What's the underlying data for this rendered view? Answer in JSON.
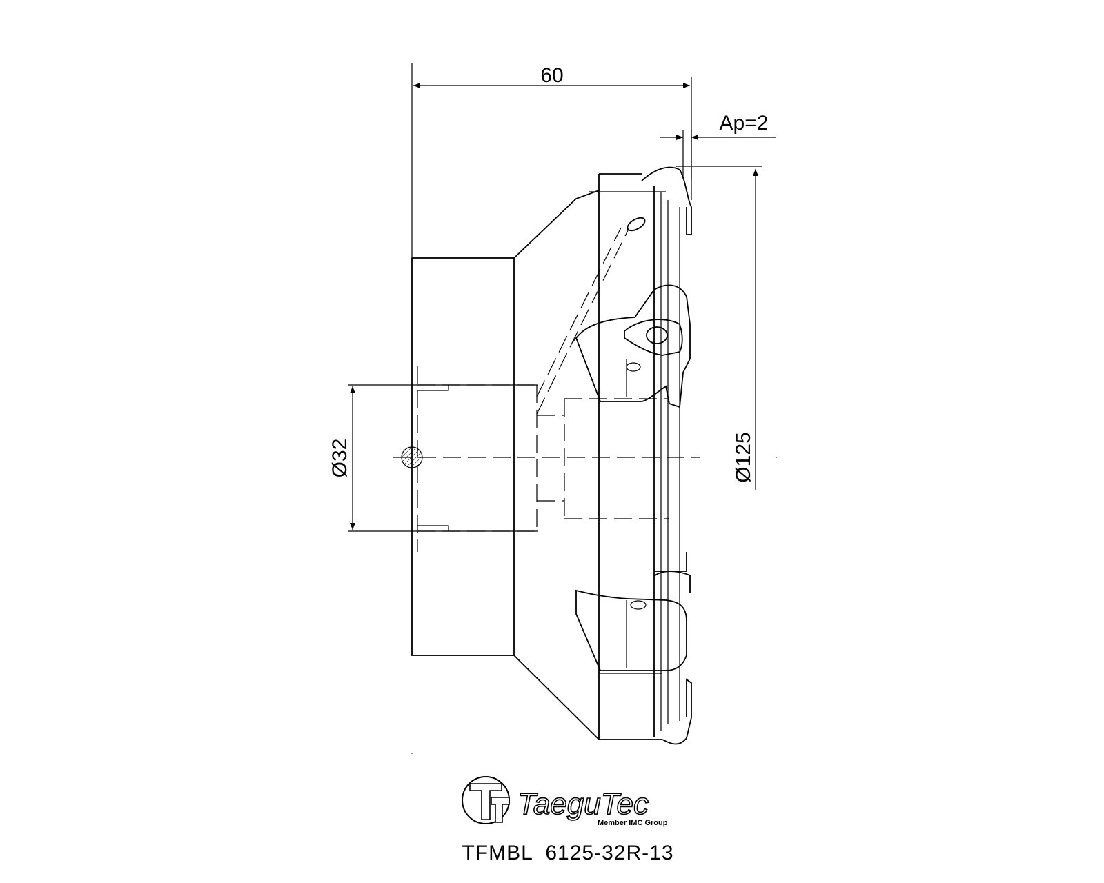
{
  "dimensions": {
    "length": "60",
    "depth_of_cut": "Ap=2",
    "bore_diameter": "Ø32",
    "cutter_diameter": "Ø125"
  },
  "brand": {
    "name": "TaeguTec",
    "tagline": "Member IMC Group"
  },
  "part_number": "TFMBL  6125-32R-13"
}
